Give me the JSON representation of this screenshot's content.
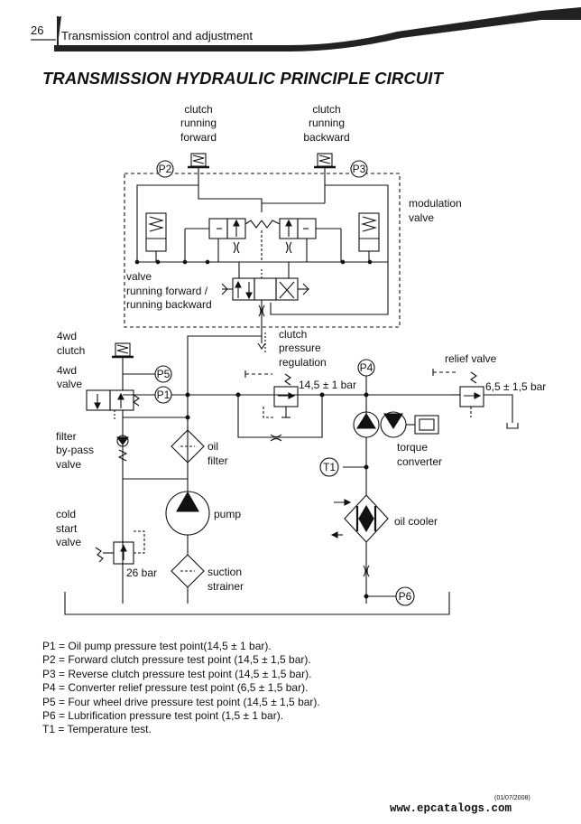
{
  "header": {
    "page_number": "26",
    "section": "Transmission control and adjustment"
  },
  "title": "TRANSMISSION HYDRAULIC PRINCIPLE CIRCUIT",
  "labels": {
    "clutch_forward": [
      "clutch",
      "running",
      "forward"
    ],
    "clutch_backward": [
      "clutch",
      "running",
      "backward"
    ],
    "modulation_valve": [
      "modulation",
      "valve"
    ],
    "valve_direction": [
      "valve",
      "running forward /",
      "running backward"
    ],
    "clutch_pressure_regulation": [
      "clutch",
      "pressure",
      "regulation"
    ],
    "fourwd_clutch": [
      "4wd",
      "clutch"
    ],
    "fourwd_valve": [
      "4wd",
      "valve"
    ],
    "relief_valve": "relief valve",
    "regulation_pressure": "14,5 ± 1 bar",
    "relief_pressure": "6,5 ± 1,5 bar",
    "filter_bypass": [
      "filter",
      "by-pass",
      "valve"
    ],
    "oil_filter": [
      "oil",
      "filter"
    ],
    "torque_converter": [
      "torque",
      "converter"
    ],
    "cold_start_valve": [
      "cold",
      "start",
      "valve"
    ],
    "cold_start_pressure": "26 bar",
    "pump": "pump",
    "oil_cooler": "oil cooler",
    "suction_strainer": [
      "suction",
      "strainer"
    ]
  },
  "test_points": {
    "p1": "P1",
    "p2": "P2",
    "p3": "P3",
    "p4": "P4",
    "p5": "P5",
    "p6": "P6",
    "t1": "T1"
  },
  "legend": [
    "P1 = Oil pump pressure test point(14,5 ± 1 bar).",
    "P2 = Forward clutch pressure test point (14,5 ± 1,5 bar).",
    "P3 = Reverse clutch pressure test point (14,5 ± 1,5 bar).",
    "P4 = Converter relief pressure test point (6,5 ± 1,5 bar).",
    "P5 = Four wheel drive pressure test point (14,5 ± 1,5 bar).",
    "P6 = Lubrification pressure test point (1,5 ± 1 bar).",
    "T1 = Temperature test."
  ],
  "footer": {
    "date": "(01/07/2008)",
    "url": "www.epcatalogs.com"
  }
}
